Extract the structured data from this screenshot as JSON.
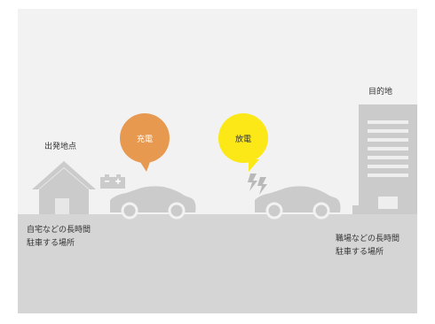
{
  "diagram": {
    "origin_label": "出発地点",
    "destination_label": "目的地",
    "charge_label": "充電",
    "discharge_label": "放電",
    "home_parking": [
      "自宅などの長時間",
      "駐車する場所"
    ],
    "work_parking": [
      "職場などの長時間",
      "駐車する場所"
    ]
  },
  "colors": {
    "sky": "#f2f2f2",
    "ground": "#d5d5d5",
    "objects": "#cbcbcb",
    "charge_bubble": "#e79a4f",
    "discharge_bubble": "#fbe816",
    "text": "#333333"
  },
  "icons": {
    "battery": "battery-icon",
    "lightning": "lightning-icon"
  }
}
